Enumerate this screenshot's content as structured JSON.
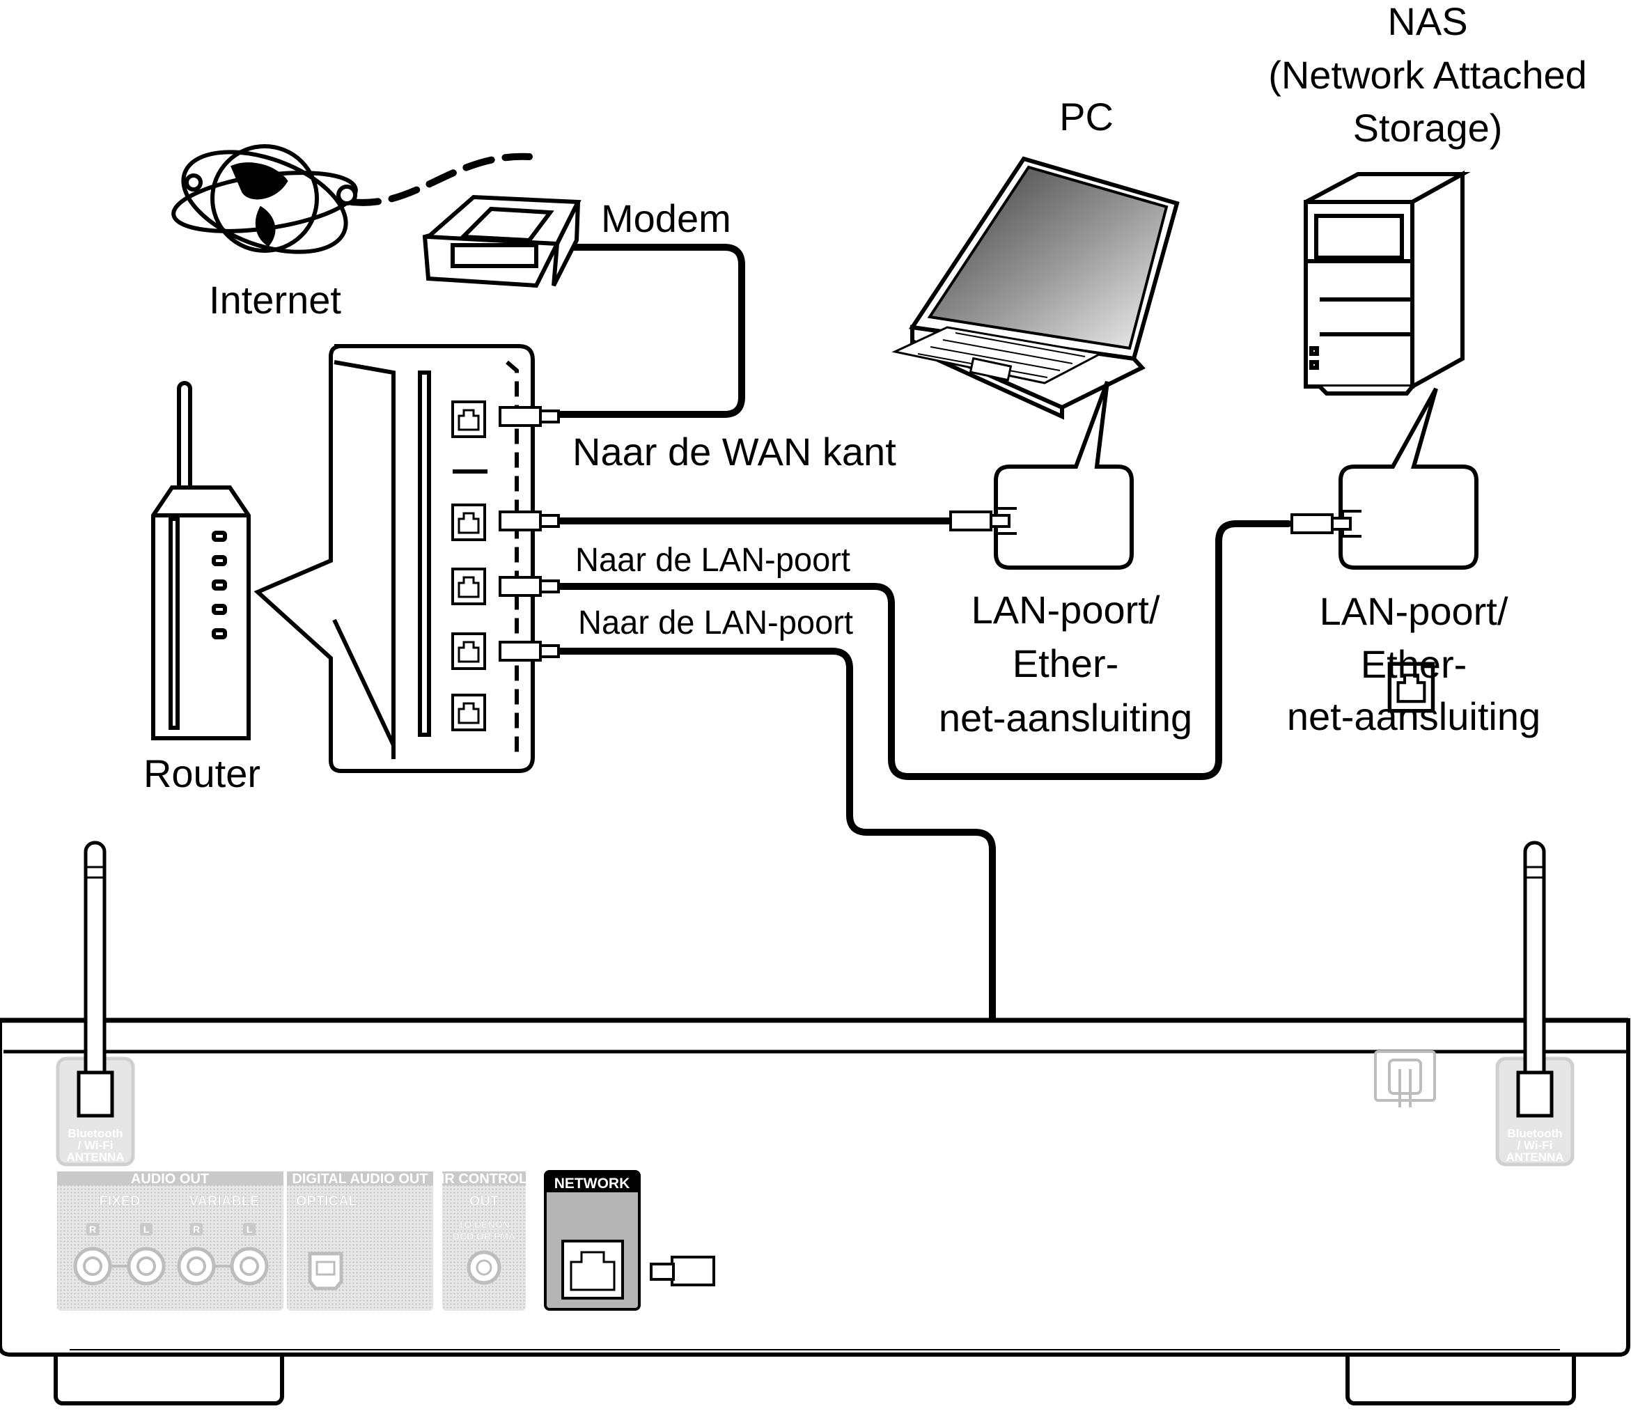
{
  "labels": {
    "nas_line1": "NAS",
    "nas_line2": "(Network Attached",
    "nas_line3": "Storage)",
    "pc": "PC",
    "modem": "Modem",
    "internet": "Internet",
    "router": "Router",
    "wan_side": "Naar de WAN kant",
    "lan_port_1": "Naar de LAN-poort",
    "lan_port_2": "Naar de LAN-poort",
    "pc_port_line1": "LAN-poort/",
    "pc_port_line2": "Ether-",
    "pc_port_line3": "net-aansluiting",
    "nas_port_line1": "LAN-poort/",
    "nas_port_line2": "Ether-",
    "nas_port_line3": "net-aansluiting"
  },
  "panel": {
    "audio_out": "AUDIO OUT",
    "fixed": "FIXED",
    "variable": "VARIABLE",
    "r1": "R",
    "l1": "L",
    "r2": "R",
    "l2": "L",
    "digital_audio_out": "DIGITAL AUDIO OUT",
    "optical": "OPTICAL",
    "ir_control": "IR CONTROL",
    "ir_out": "OUT",
    "ir_to1": "TO DENON",
    "ir_to2": "DCD OR PMA",
    "network": "NETWORK",
    "antenna_left_1": "Bluetooth",
    "antenna_left_2": "/ Wi-Fi",
    "antenna_left_3": "ANTENNA",
    "antenna_right_1": "Bluetooth",
    "antenna_right_2": "/ Wi-Fi",
    "antenna_right_3": "ANTENNA"
  }
}
